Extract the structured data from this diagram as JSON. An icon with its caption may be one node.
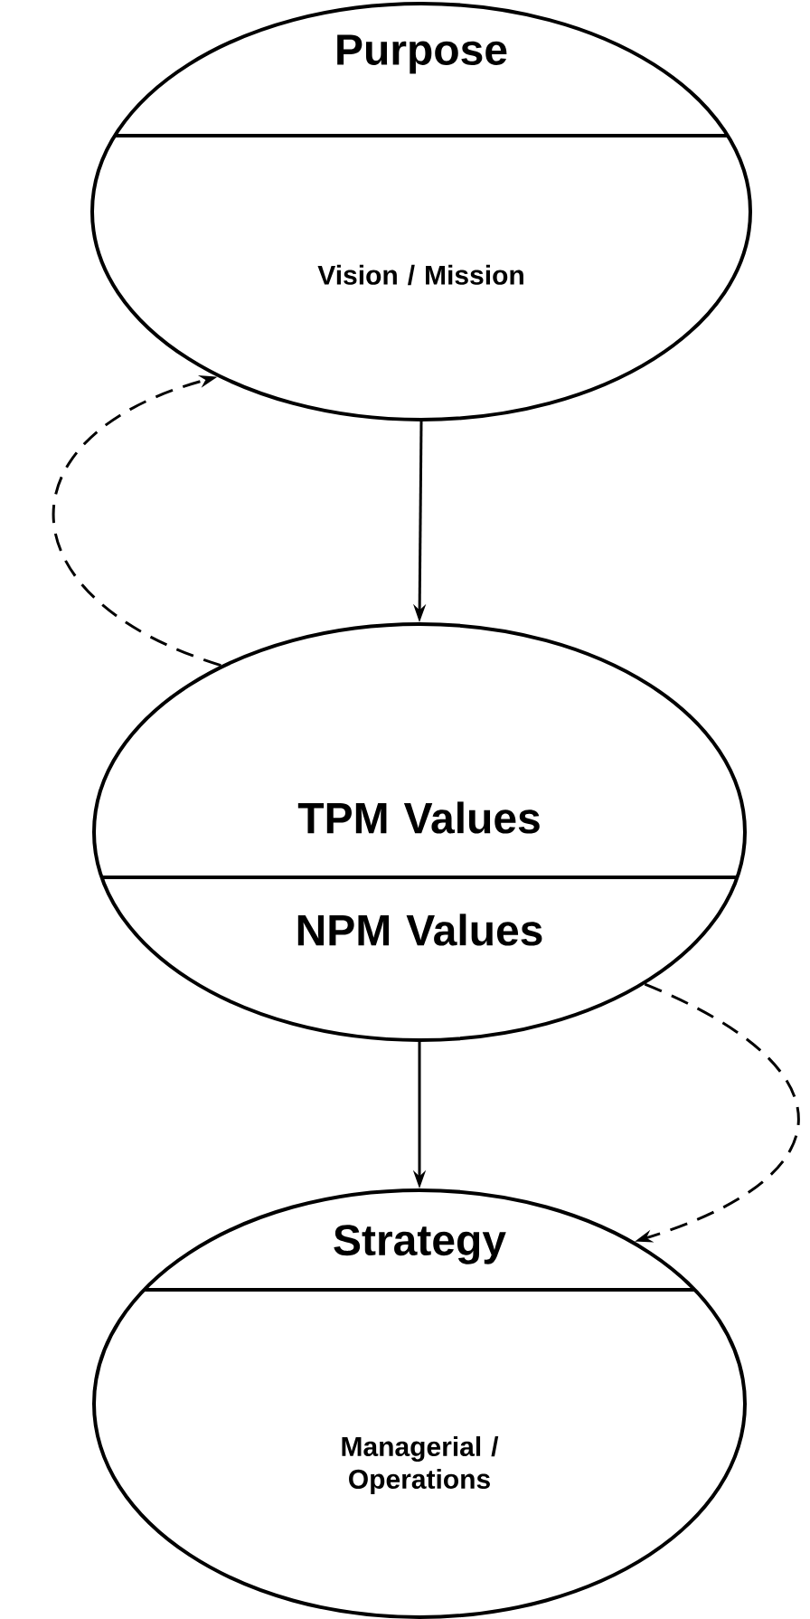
{
  "diagram": {
    "nodes": [
      {
        "text": [
          "Purpose",
          "Vision / Mission"
        ]
      },
      {
        "text": [
          "TPM Values",
          "NPM Values"
        ]
      },
      {
        "text": [
          "Strategy",
          "Managerial / Operations"
        ]
      }
    ],
    "edges": [
      {
        "from": 0,
        "to": 1,
        "arrow": "to"
      },
      {
        "from": 1,
        "to": 0,
        "arrow": "to",
        "style": "dashed"
      },
      {
        "from": 1,
        "to": 2,
        "arrow": "to"
      },
      {
        "from": 1,
        "to": 2,
        "arrow": "to",
        "style": "dashed"
      }
    ]
  }
}
